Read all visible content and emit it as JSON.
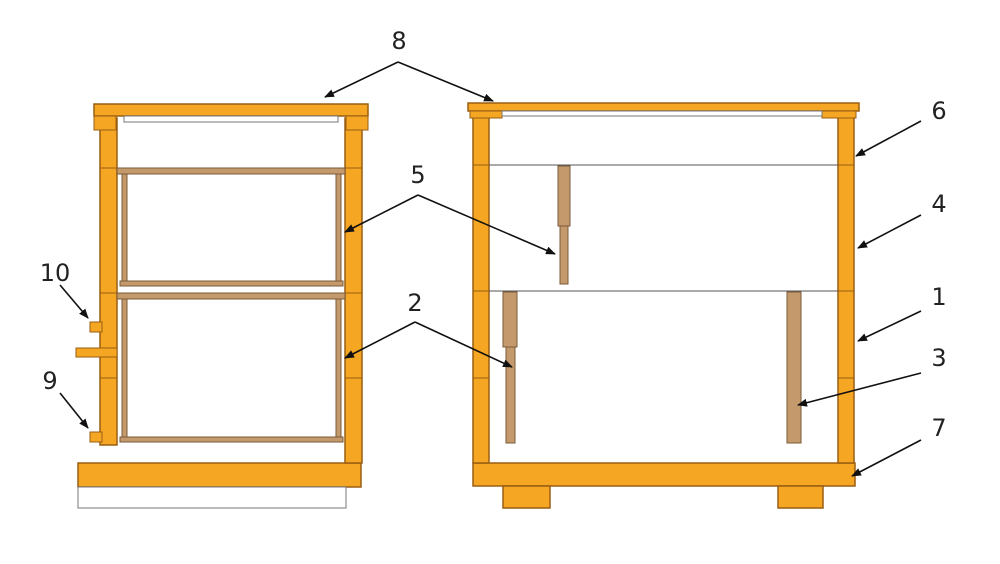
{
  "diagram": {
    "colors": {
      "wood": "#F5A623",
      "wood_edge": "#9A5E12",
      "frame": "#C49A6C",
      "frame_edge": "#7A5A3A",
      "line": "#555555",
      "arrow": "#111111",
      "white": "#FFFFFF"
    },
    "labels": {
      "l1": "1",
      "l2": "2",
      "l3": "3",
      "l4": "4",
      "l5": "5",
      "l6": "6",
      "l7": "7",
      "l8": "8",
      "l9": "9",
      "l10": "10"
    }
  }
}
